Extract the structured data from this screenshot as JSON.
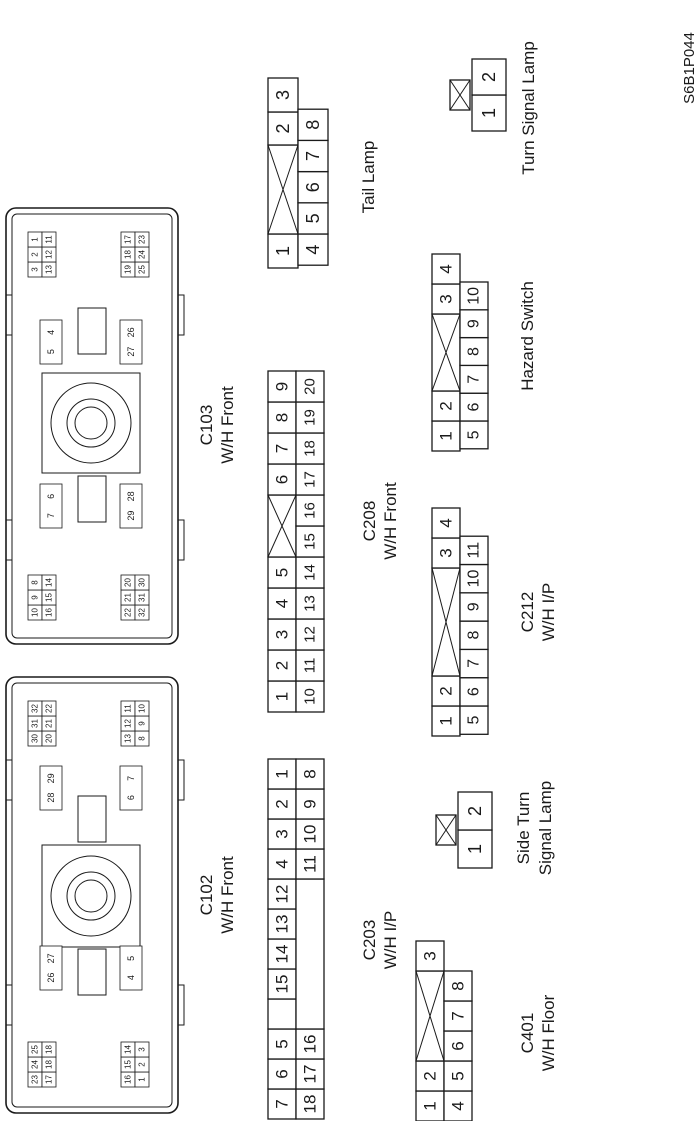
{
  "figure_code": "S6B1P044",
  "ecm_connectors": [
    {
      "id": "c102",
      "label_line1": "C102",
      "label_line2": "W/H Front",
      "groups": [
        [
          "23",
          "24",
          "25",
          "17",
          "18",
          "18"
        ],
        [
          "26",
          "27"
        ],
        [
          "28",
          "29"
        ],
        [
          "30",
          "31",
          "32",
          "20",
          "21",
          "22"
        ],
        [
          "16",
          "15",
          "14",
          "1",
          "2",
          "3"
        ],
        [
          "4",
          "5"
        ],
        [
          "6",
          "7"
        ],
        [
          "13",
          "12",
          "11",
          "8",
          "9",
          "10"
        ]
      ]
    },
    {
      "id": "c103",
      "label_line1": "C103",
      "label_line2": "W/H Front",
      "groups": [
        [
          "10",
          "9",
          "8",
          "16",
          "15",
          "14"
        ],
        [
          "7",
          "6"
        ],
        [
          "5",
          "4"
        ],
        [
          "3",
          "2",
          "1",
          "13",
          "12",
          "11"
        ],
        [
          "22",
          "21",
          "20",
          "32",
          "31",
          "30"
        ],
        [
          "29",
          "28"
        ],
        [
          "27",
          "26"
        ],
        [
          "19",
          "18",
          "17",
          "25",
          "24",
          "23"
        ]
      ]
    }
  ],
  "connectors": [
    {
      "id": "c203",
      "title": "C203",
      "subtitle": "W/H I/P",
      "top_row": [
        "7",
        "6",
        "5",
        "",
        "15",
        "14",
        "13",
        "12",
        "4",
        "3",
        "2",
        "1"
      ],
      "bottom_row": [
        "18",
        "17",
        "16",
        "",
        "",
        "",
        "",
        "",
        "11",
        "10",
        "9",
        "8"
      ]
    },
    {
      "id": "c208",
      "title": "C208",
      "subtitle": "W/H Front",
      "top_row": [
        "1",
        "2",
        "3",
        "4",
        "5",
        "",
        "6",
        "7",
        "8",
        "9"
      ],
      "bottom_row": [
        "10",
        "11",
        "12",
        "13",
        "14",
        "15",
        "16",
        "17",
        "18",
        "19",
        "20"
      ]
    },
    {
      "id": "c212",
      "title": "C212",
      "subtitle": "W/H I/P",
      "top_row": [
        "1",
        "2",
        "",
        "3",
        "4"
      ],
      "bottom_row": [
        "5",
        "6",
        "7",
        "8",
        "9",
        "10",
        "11"
      ]
    },
    {
      "id": "c401",
      "title": "C401",
      "subtitle": "W/H Floor",
      "top_row": [
        "1",
        "2",
        "",
        "3"
      ],
      "bottom_row": [
        "4",
        "5",
        "6",
        "7",
        "8"
      ]
    },
    {
      "id": "hazard",
      "title": "Hazard Switch",
      "top_row": [
        "1",
        "2",
        "",
        "3",
        "4"
      ],
      "bottom_row": [
        "5",
        "6",
        "7",
        "8",
        "9",
        "10"
      ]
    },
    {
      "id": "tail",
      "title": "Tail Lamp",
      "top_row": [
        "1",
        "",
        "2",
        "3"
      ],
      "bottom_row": [
        "4",
        "5",
        "6",
        "7",
        "8"
      ]
    },
    {
      "id": "side_turn",
      "title": "Side Turn",
      "subtitle": "Signal Lamp",
      "top_row": [
        "1",
        "2"
      ]
    },
    {
      "id": "turn",
      "title": "Turn Signal Lamp",
      "top_row": [
        "1",
        "2"
      ]
    }
  ]
}
